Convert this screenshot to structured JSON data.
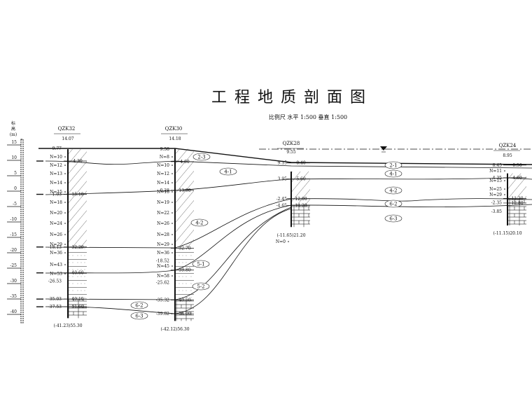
{
  "title": "工 程 地 质 剖 面 图",
  "scale_text": "比例尺  水平   1:500     垂直  1:500",
  "axis": {
    "label": [
      "标",
      "高",
      "(m)"
    ],
    "ticks": [
      "15",
      "10",
      "5",
      "0",
      "-5",
      "-10",
      "-15",
      "-20",
      "-25",
      "-30",
      "-35",
      "-40"
    ]
  },
  "boreholes": [
    {
      "name": "QZK32",
      "elev": "14.07",
      "tops": [
        "9.77",
        "-1.03",
        "-18.13",
        "-26.53",
        "-35.03",
        "-37.53"
      ],
      "depths": [
        "4.30",
        "15.10",
        "32.20",
        "40.60",
        "49.10",
        "51.60"
      ],
      "bottom": "(-41.23)55.30",
      "n": [
        "N=10",
        "N=12",
        "N=13",
        "N=14",
        "N=15",
        "N=18",
        "N=20",
        "N=24",
        "N=26",
        "N=29",
        "N=36",
        "N=43",
        "N=53"
      ]
    },
    {
      "name": "QZK30",
      "elev": "14.18",
      "tops": [
        "9.58",
        "0.28",
        "-18.52",
        "-25.62",
        "-35.32",
        "-39.82"
      ],
      "depths": [
        "4.60",
        "13.90",
        "32.70",
        "39.80",
        "49.50",
        "54.00"
      ],
      "bottom": "(-42.12)56.30",
      "n": [
        "N=8",
        "N=10",
        "N=12",
        "N=14",
        "N=16",
        "N=19",
        "N=22",
        "N=26",
        "N=28",
        "N=29",
        "N=36",
        "N=45",
        "N=58"
      ]
    },
    {
      "name": "QZK28",
      "elev": "9.55",
      "tops": [
        "9.15",
        "3.95",
        "-2.45",
        "-4.65"
      ],
      "depths": [
        "0.40",
        "5.60",
        "12.00",
        "14.20"
      ],
      "bottom": "(-11.65)21.20",
      "n": [
        "N=0"
      ]
    },
    {
      "name": "QZK24",
      "elev": "8.95",
      "tops": [
        "8.45",
        "4.35",
        "-2.35",
        "-3.85"
      ],
      "depths": [
        "0.50",
        "4.60",
        "11.30",
        "12.80"
      ],
      "bottom": "(-11.15)20.10",
      "n": [
        "N=11",
        "N=15",
        "N=25",
        "N=29"
      ]
    }
  ],
  "layer_labels": [
    "2-3",
    "4-1",
    "4-2",
    "5-1",
    "5-2",
    "6-2",
    "6-3",
    "2-1",
    "4-1",
    "4-2",
    "6-2",
    "6-3"
  ]
}
